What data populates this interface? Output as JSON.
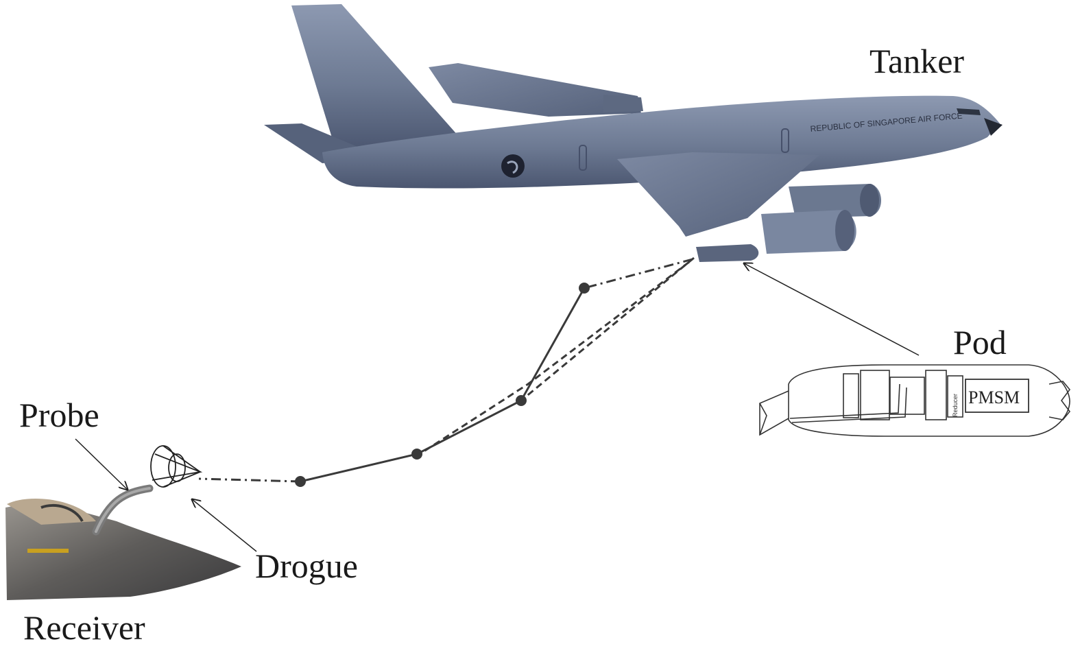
{
  "labels": {
    "tanker": "Tanker",
    "pod": "Pod",
    "probe": "Probe",
    "drogue": "Drogue",
    "receiver": "Receiver"
  },
  "tanker": {
    "fuselage_marking": "REPUBLIC OF SINGAPORE AIR FORCE"
  },
  "pod": {
    "motor_label": "PMSM",
    "reducer_label": "Reducer"
  },
  "colors": {
    "aircraft": "#6d7a93",
    "aircraft_dark": "#4c5770",
    "aircraft_light": "#8c98b0",
    "hose": "#3a3a3a",
    "line": "#222222"
  }
}
